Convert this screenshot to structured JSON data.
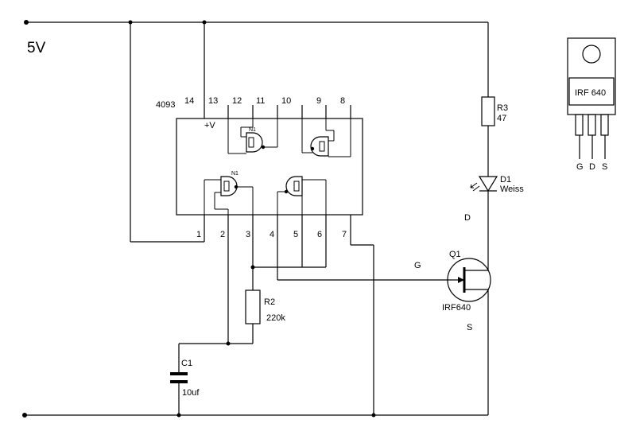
{
  "supply_label": "5V",
  "ic": {
    "name": "4093",
    "vplus": "+V",
    "pins_top": [
      "14",
      "13",
      "12",
      "11",
      "10",
      "9",
      "8"
    ],
    "pins_bottom": [
      "1",
      "2",
      "3",
      "4",
      "5",
      "6",
      "7"
    ],
    "gate_label_top": "N1",
    "gate_label_bottom": "N1"
  },
  "r3": {
    "name": "R3",
    "value": "47"
  },
  "d1": {
    "name": "D1",
    "value": "Weiss"
  },
  "r2": {
    "name": "R2",
    "value": "220k"
  },
  "c1": {
    "name": "C1",
    "value": "10uf"
  },
  "q1": {
    "name": "Q1",
    "part": "IRF640",
    "gate": "G",
    "drain": "D",
    "source": "S"
  },
  "package": {
    "name": "IRF 640",
    "pins": [
      "G",
      "D",
      "S"
    ]
  }
}
